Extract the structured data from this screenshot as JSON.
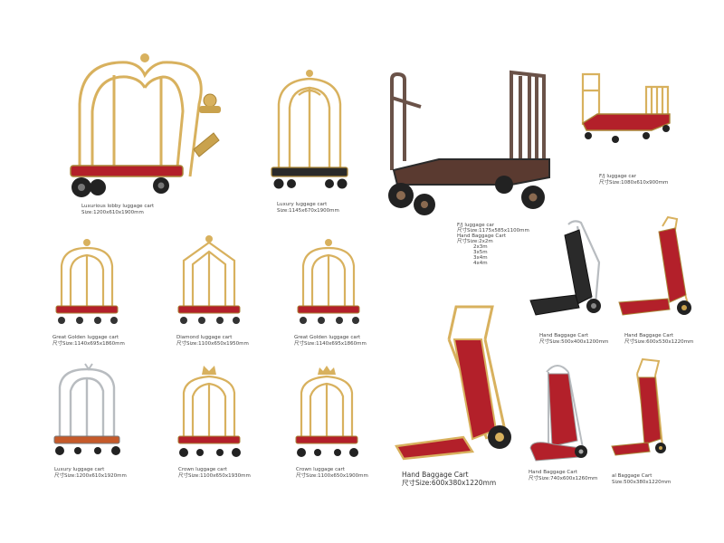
{
  "catalog": {
    "colors": {
      "gold": "#d8b15e",
      "gold_dark": "#a98436",
      "steel": "#b8bcc0",
      "red": "#b3202a",
      "black_cart": "#2a2a2a",
      "brown_cart": "#5a4a42",
      "carpet_brown": "#5a3a30"
    },
    "items": [
      {
        "caption": "Luxurious lobby luggage cart",
        "size": "Size:1200x610x1900mm"
      },
      {
        "caption": "Luxury luggage cart",
        "size": "Size:1145x670x1900mm"
      },
      {
        "caption": "F/J luggage car",
        "size": "尺寸Size:1175x585x1100mm",
        "lines": [
          "Hand Baggage Cart",
          "尺寸Size:2x2m",
          "2x3m",
          "3x5m",
          "3x4m",
          "4x4m"
        ]
      },
      {
        "caption": "F/J luggage car",
        "size": "尺寸Size:1080x610x900mm"
      },
      {
        "caption": "Great Golden luggage cart",
        "size": "尺寸Size:1140x695x1860mm"
      },
      {
        "caption": "Diamond luggage cart",
        "size": "尺寸Size:1100x650x1950mm"
      },
      {
        "caption": "Great Golden luggage cart",
        "size": "尺寸Size:1140x695x1860mm"
      },
      {
        "caption": "Hand Baggage Cart",
        "size": "尺寸Size:500x400x1200mm"
      },
      {
        "caption": "Hand Baggage Cart",
        "size": "尺寸Size:600x530x1220mm"
      },
      {
        "caption": "Luxury luggage cart",
        "size": "尺寸Size:1200x610x1920mm"
      },
      {
        "caption": "Crown luggage cart",
        "size": "尺寸Size:1100x650x1930mm"
      },
      {
        "caption": "Crown luggage cart",
        "size": "尺寸Size:1100x650x1900mm"
      },
      {
        "caption": "Hand Baggage Cart",
        "size": "尺寸Size:600x380x1220mm"
      },
      {
        "caption": "Hand Baggage Cart",
        "size": "尺寸Size:740x600x1260mm"
      },
      {
        "caption": "al Baggage Cart",
        "size": "Size:500x380x1220mm"
      }
    ]
  }
}
